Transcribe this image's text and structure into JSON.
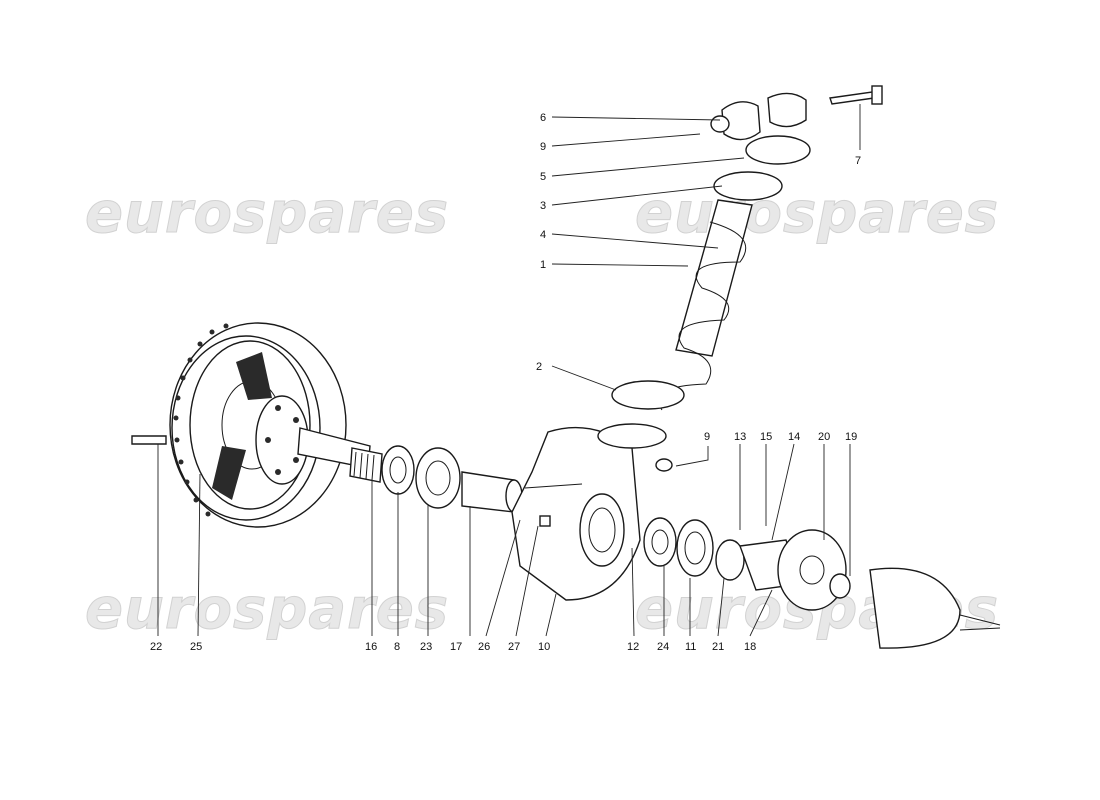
{
  "watermark": {
    "text": "eurospares"
  },
  "callouts": [
    {
      "id": "c6",
      "label": "6"
    },
    {
      "id": "c9a",
      "label": "9"
    },
    {
      "id": "c5",
      "label": "5"
    },
    {
      "id": "c3",
      "label": "3"
    },
    {
      "id": "c4",
      "label": "4"
    },
    {
      "id": "c1",
      "label": "1"
    },
    {
      "id": "c7",
      "label": "7"
    },
    {
      "id": "c2",
      "label": "2"
    },
    {
      "id": "c9b",
      "label": "9"
    },
    {
      "id": "c13",
      "label": "13"
    },
    {
      "id": "c15",
      "label": "15"
    },
    {
      "id": "c14",
      "label": "14"
    },
    {
      "id": "c20",
      "label": "20"
    },
    {
      "id": "c19",
      "label": "19"
    },
    {
      "id": "c22",
      "label": "22"
    },
    {
      "id": "c25",
      "label": "25"
    },
    {
      "id": "c16",
      "label": "16"
    },
    {
      "id": "c8",
      "label": "8"
    },
    {
      "id": "c23",
      "label": "23"
    },
    {
      "id": "c17",
      "label": "17"
    },
    {
      "id": "c26",
      "label": "26"
    },
    {
      "id": "c27",
      "label": "27"
    },
    {
      "id": "c10",
      "label": "10"
    },
    {
      "id": "c12",
      "label": "12"
    },
    {
      "id": "c24",
      "label": "24"
    },
    {
      "id": "c11",
      "label": "11"
    },
    {
      "id": "c21",
      "label": "21"
    },
    {
      "id": "c18",
      "label": "18"
    }
  ]
}
